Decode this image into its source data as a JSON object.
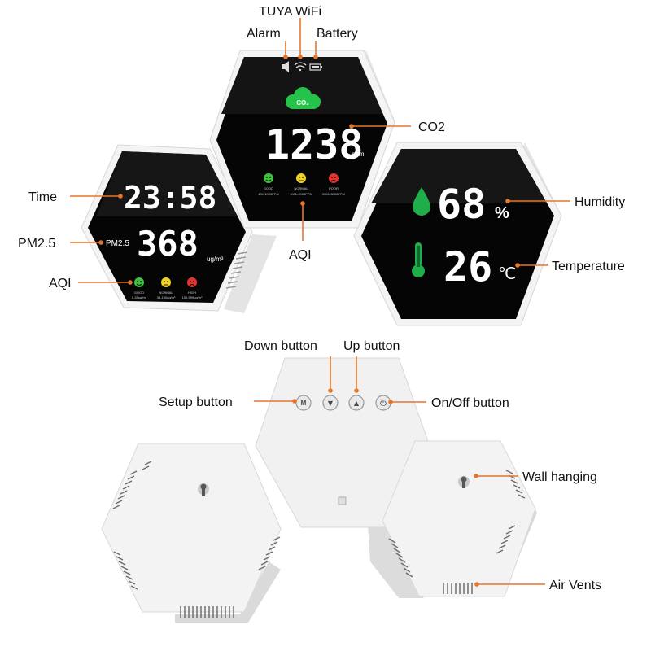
{
  "labels": {
    "tuya_wifi": "TUYA WiFi",
    "alarm": "Alarm",
    "battery": "Battery",
    "co2": "CO2",
    "time": "Time",
    "pm25": "PM2.5",
    "aqi_left": "AQI",
    "aqi_center": "AQI",
    "humidity": "Humidity",
    "temperature": "Temperature",
    "down_button": "Down button",
    "up_button": "Up button",
    "setup_button": "Setup button",
    "onoff_button": "On/Off button",
    "wall_hanging": "Wall hanging",
    "air_vents": "Air Vents"
  },
  "display": {
    "co2_badge": "CO₂",
    "co2_value": "1238",
    "co2_unit": "ppm",
    "time_value": "23:58",
    "pm_label": "PM2.5",
    "pm_value": "368",
    "pm_unit": "ug/m³",
    "humidity_value": "68",
    "humidity_unit": "%",
    "temp_value": "26",
    "temp_unit": "℃",
    "aqi_center_levels": [
      "GOOD",
      "NORMAL",
      "POOR"
    ],
    "aqi_center_ranges": [
      "400-1000PPM",
      "1001-2000PPM",
      "2001-5000PPM"
    ],
    "aqi_left_levels": [
      "GOOD",
      "NORMAL",
      "HIGH"
    ],
    "aqi_left_ranges": [
      "0-35ug/m³",
      "35-150ug/m³",
      "150-999ug/m³"
    ]
  },
  "buttons": {
    "setup": "M",
    "down": "▼",
    "up": "▲",
    "power": "⏻"
  },
  "colors": {
    "accent": "#e8742a",
    "good": "#3cc33c",
    "normal": "#f2d21a",
    "poor": "#e8322e",
    "drop": "#1fae4a",
    "thermo": "#1fae4a",
    "panel_black": "#050505",
    "frame_white": "#f2f2f2"
  },
  "icons": [
    "speaker-icon",
    "wifi-icon",
    "battery-icon",
    "cloud-icon",
    "water-drop-icon",
    "thermometer-icon",
    "smiley-icon",
    "keyhole-icon"
  ]
}
